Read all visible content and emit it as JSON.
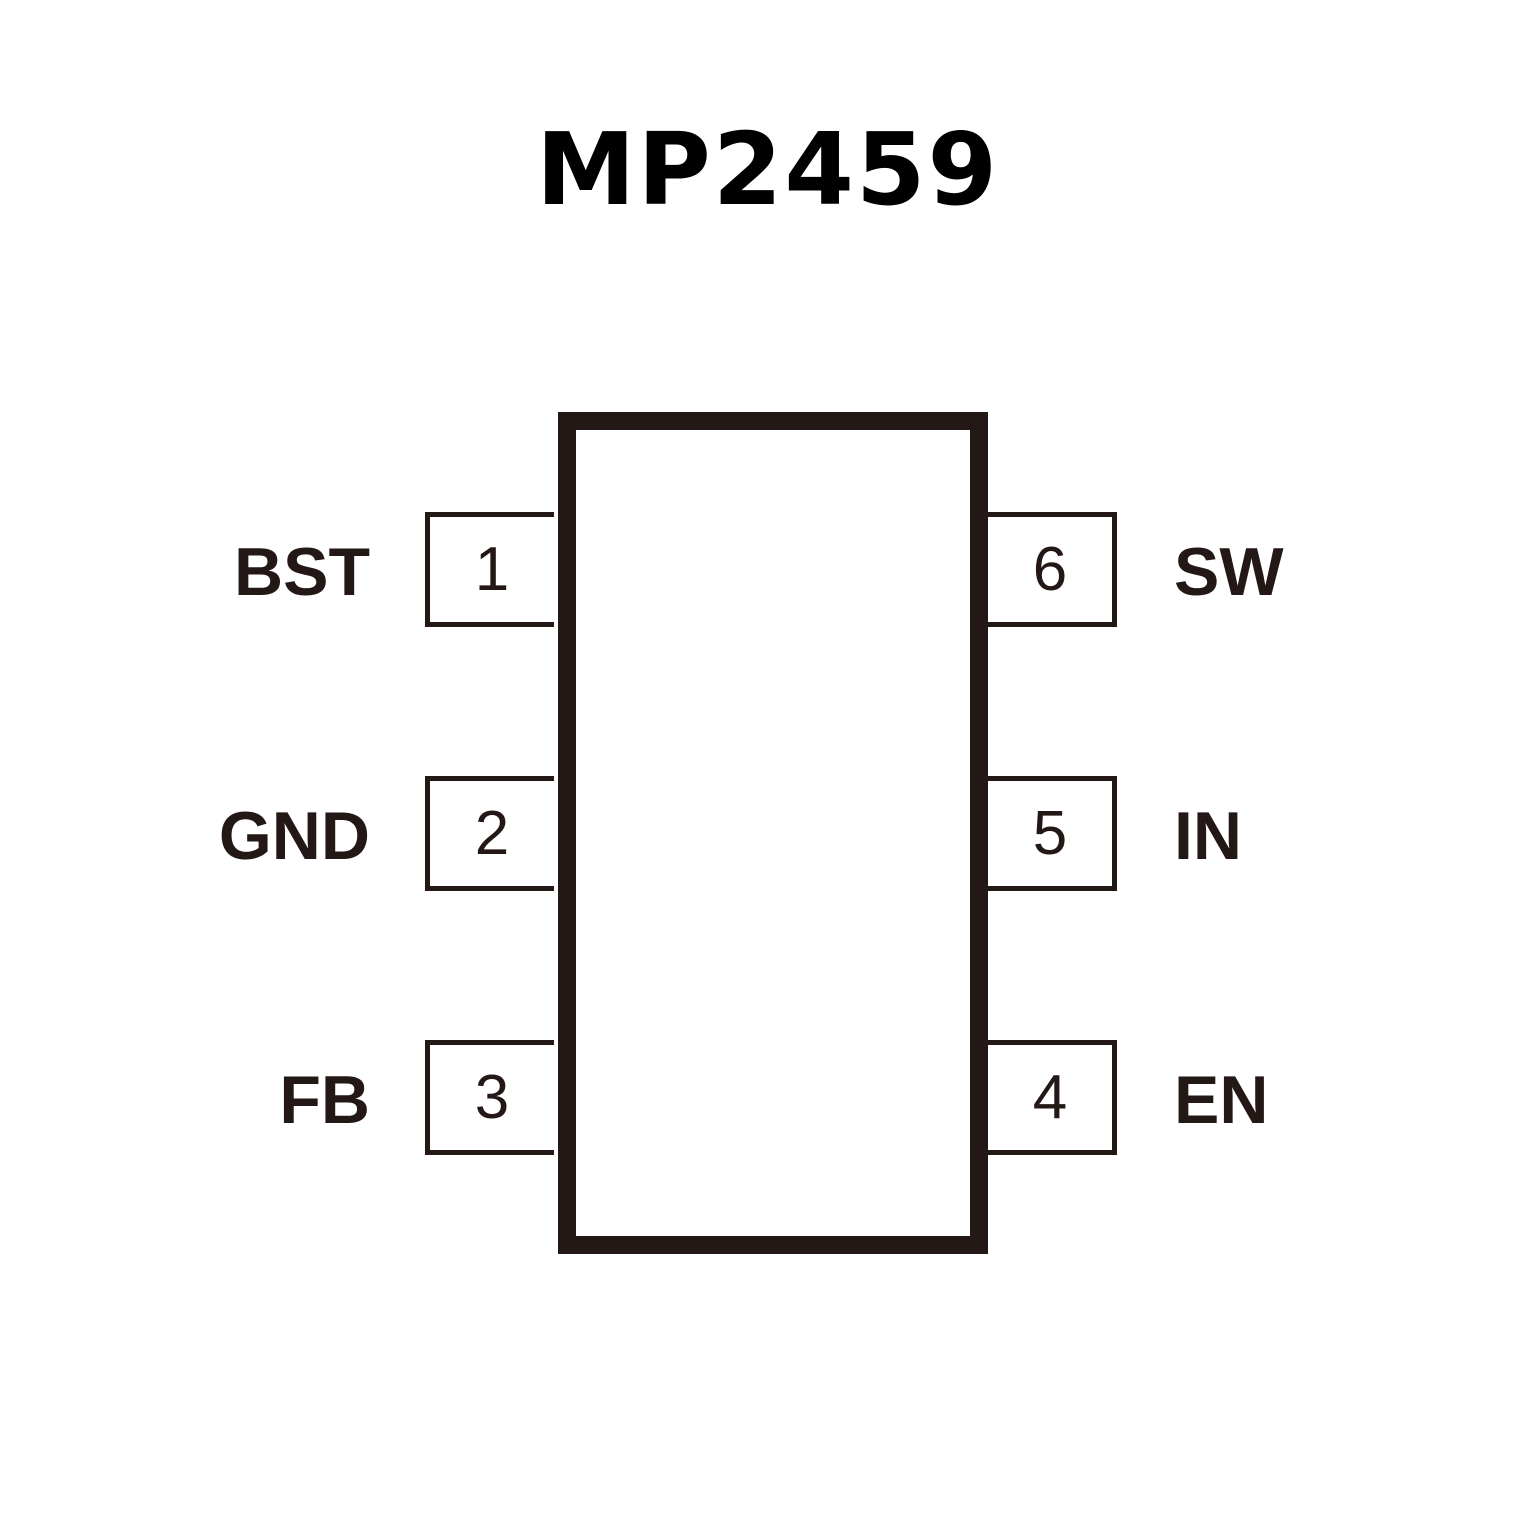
{
  "title": "MP2459",
  "pins": [
    {
      "number": "1",
      "name": "BST"
    },
    {
      "number": "2",
      "name": "GND"
    },
    {
      "number": "3",
      "name": "FB"
    },
    {
      "number": "4",
      "name": "EN"
    },
    {
      "number": "5",
      "name": "IN"
    },
    {
      "number": "6",
      "name": "SW"
    }
  ],
  "colors": {
    "line": "#231815",
    "background": "#ffffff"
  }
}
